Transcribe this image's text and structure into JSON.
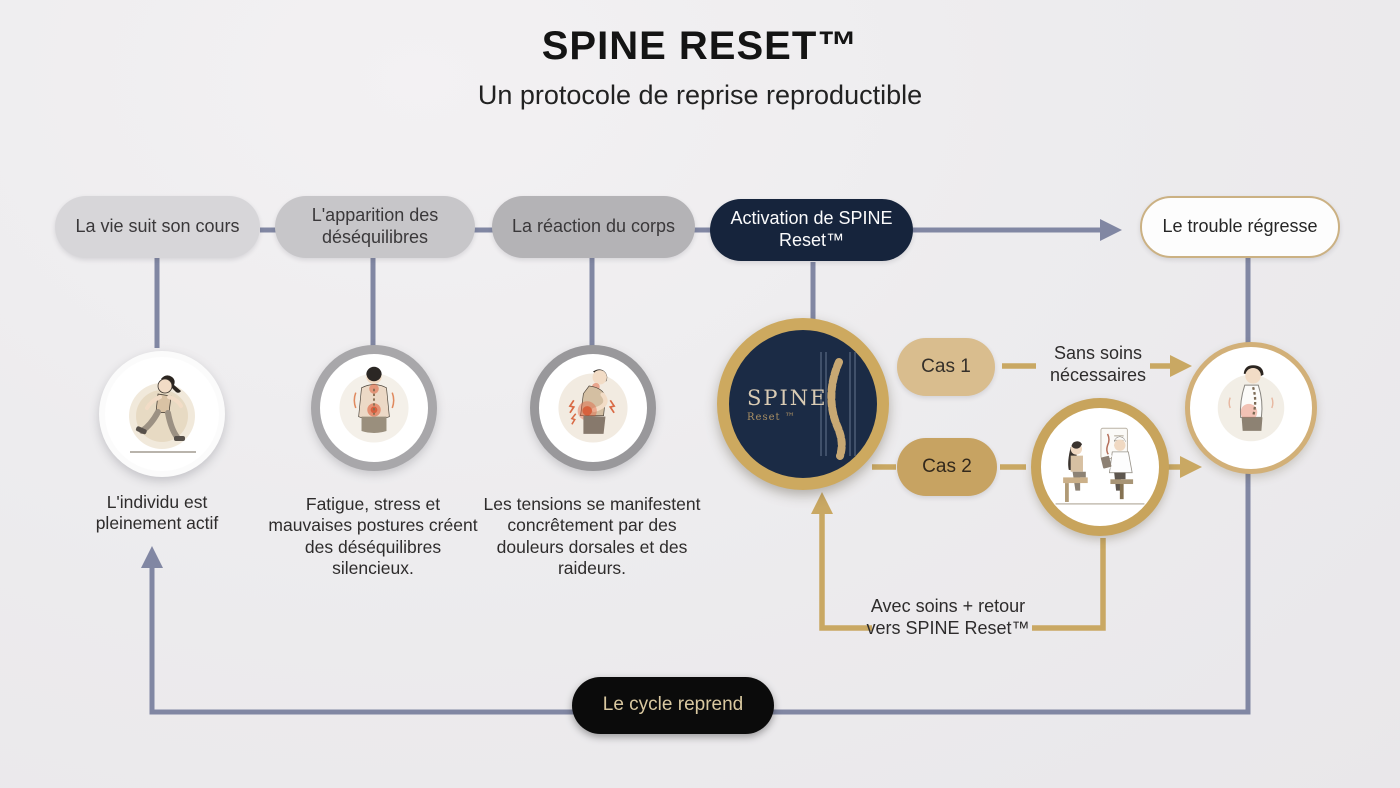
{
  "header": {
    "title": "SPINE RESET™",
    "subtitle": "Un protocole de reprise reproductible"
  },
  "pipeline": [
    {
      "label": "La vie suit son cours",
      "caption": "L'individu est pleinement actif",
      "illustration": "walking-person"
    },
    {
      "label": "L'apparition des déséquilibres",
      "caption": "Fatigue, stress et mauvaises postures créent des déséquilibres silencieux.",
      "illustration": "posture-imbalance-person"
    },
    {
      "label": "La réaction du corps",
      "caption": "Les tensions se manifestent concrêtement par des douleurs dorsales et des raideurs.",
      "illustration": "back-pain-person"
    },
    {
      "label": "Activation de SPINE Reset™",
      "illustration": "spine-reset-logo"
    },
    {
      "label": "Le trouble régresse",
      "illustration": "recovered-person"
    }
  ],
  "logo": {
    "name": "SPINE",
    "subname": "Reset ™"
  },
  "branch": {
    "case1": {
      "label": "Cas 1",
      "outcome": "Sans soins nécessaires"
    },
    "case2": {
      "label": "Cas 2",
      "outcome": "Avec soins + retour vers SPINE Reset™",
      "illustration": "consultation-doctor-patient"
    }
  },
  "cycle": {
    "label": "Le cycle reprend"
  },
  "colors": {
    "navy": "#16243C",
    "gold": "#C9A863",
    "gold_light": "#D9BD8E",
    "gold_dark": "#C7A362",
    "connector_gray": "#8187A3",
    "black_pill": "#0B0B0B",
    "pill_gray_1": "#D7D6D9",
    "pill_gray_2": "#C7C6C9",
    "pill_gray_3": "#B4B3B6",
    "pain_red": "#E05A36",
    "background": "#ECEBED"
  }
}
